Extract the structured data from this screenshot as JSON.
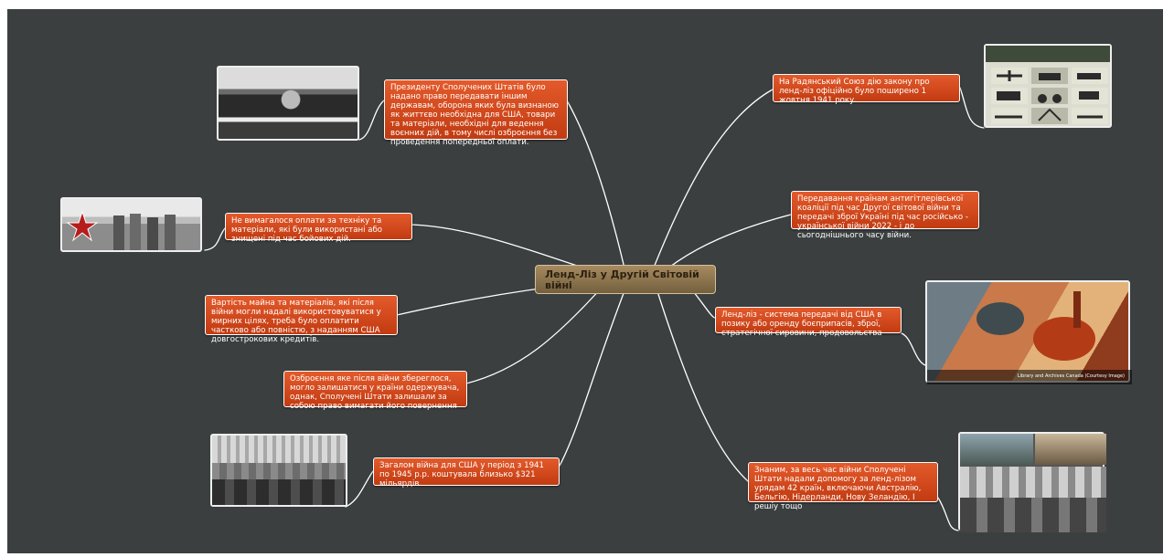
{
  "central_topic": "Ленд-Ліз у Другій Світовій війні",
  "topics": [
    {
      "id": "t1",
      "text": "Президенту Сполучених Штатів було надано право передавати іншим державам, оборона яких була визнаною як життєво необхідна для США,   товари та матеріали, необхідні для ведення воєнних дій, в тому числі озброєння без проведення попередньої оплати."
    },
    {
      "id": "t2",
      "text": "Не вимагалося оплати за техніку та матеріали, які були використані або знищені під час бойових дій."
    },
    {
      "id": "t3",
      "text": "Вартість майна та матеріалів, які після війни могли надалі використовуватися у мирних цілях, треба було оплатити частково або повністю, з наданням США довгострокових кредитів."
    },
    {
      "id": "t4",
      "text": "Озброєння яке після війни збереглося, могло залишатися у країни одержувача, однак, Сполучені Штати залишали за собою право вимагати його повернення"
    },
    {
      "id": "t5",
      "text": "Загалом війна для США у період з 1941 по 1945 р.р. коштувала близько $321 мільярдів."
    },
    {
      "id": "t6",
      "text": "На Радянський Союз дію закону про ленд-ліз офіційно було поширено 1 жовтня 1941 року."
    },
    {
      "id": "t7",
      "text": "Передавання країнам антигітлерівської коаліції під час Другої світової війни та передачі зброї Україні під час російсько - української війни 2022 - і до сьогоднішнього часу війни."
    },
    {
      "id": "t8",
      "text": "Ленд-ліз - система передачі від США в позику або оренду боєприпасів, зброї, стратегічної сировини, продовольства"
    },
    {
      "id": "t9",
      "text": "Знаним, за весь час війни Сполучені Штати надали допомогу за ленд-лізом урядам 42 країн, включаючи Австралію, Бельгію, Нідерланди, Нову Зеландію, І решіу тощо"
    }
  ],
  "images": {
    "poster_caption": "Library and Archives Canada (Courtesy Image)"
  },
  "colors": {
    "canvas": "#3b3f40",
    "topic": "#d44a1c",
    "central": "#8f7750",
    "line": "#ffffff"
  }
}
